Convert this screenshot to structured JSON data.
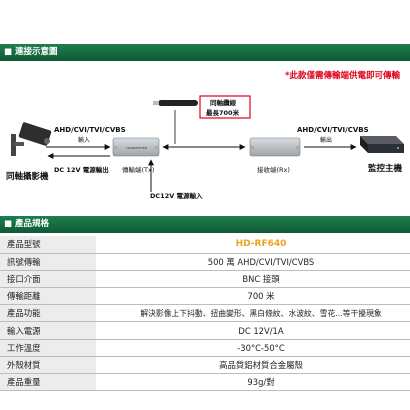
{
  "connection": {
    "section_title": "連接示意圖",
    "note": "*此款僅需傳輸端供電即可傳輸",
    "camera_label": "同軸攝影機",
    "signal_left": "AHD/CVI/TVI/CVBS",
    "signal_left_sub": "輸入",
    "power_out": "DC 12V 電源輸出",
    "tx_label": "傳輸端(Tx)",
    "power_in": "DC12V 電源輸入",
    "cable_label_line1": "同軸纜線",
    "cable_label_line2": "最長700米",
    "rx_label": "接收端(Rx)",
    "signal_right": "AHD/CVI/TVI/CVBS",
    "signal_right_sub": "輸出",
    "monitor_label": "監控主機",
    "device_text": "TRANSMITTER"
  },
  "specs": {
    "section_title": "產品規格",
    "rows": [
      {
        "label": "產品型號",
        "value": "HD-RF640"
      },
      {
        "label": "訊號傳輸",
        "value": "500 萬 AHD/CVI/TVI/CVBS"
      },
      {
        "label": "接口介面",
        "value": "BNC 接頭"
      },
      {
        "label": "傳輸距離",
        "value": "700 米"
      },
      {
        "label": "產品功能",
        "value": "解決影像上下抖動、扭曲變形、黑白條紋、水波紋、雪花...等干擾現象"
      },
      {
        "label": "輸入電源",
        "value": "DC 12V/1A"
      },
      {
        "label": "工作溫度",
        "value": "-30°C-50°C"
      },
      {
        "label": "外殼材質",
        "value": "高品質鋁材質合金屬殼"
      },
      {
        "label": "產品重量",
        "value": "93g/對"
      }
    ]
  },
  "colors": {
    "section_bar": "#156b41",
    "note": "#e0001b",
    "model_highlight": "#f0a020"
  }
}
